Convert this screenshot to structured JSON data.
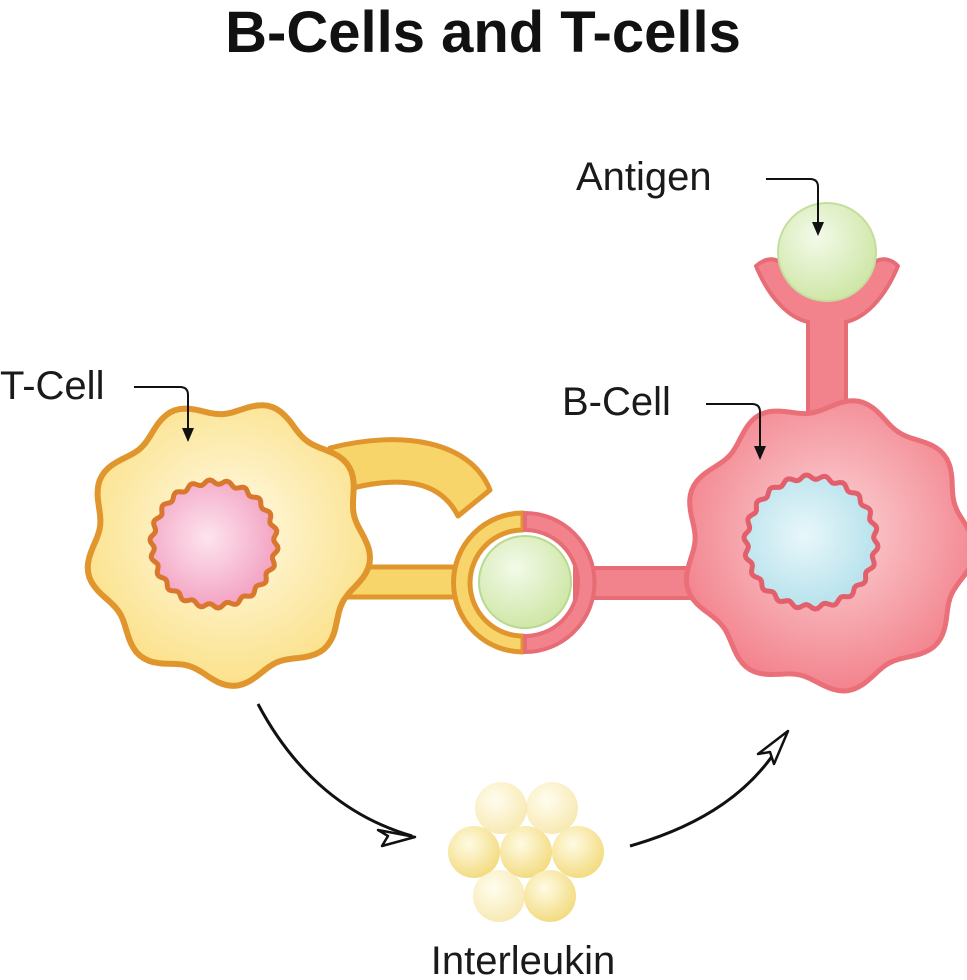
{
  "title": "B-Cells and T-cells",
  "labels": {
    "t_cell": "T-Cell",
    "b_cell": "B-Cell",
    "antigen": "Antigen",
    "interleukin": "Interleukin"
  },
  "colors": {
    "t_cell_fill": "#fbe08a",
    "t_cell_stroke": "#e0962c",
    "t_nucleus": "#f3a9c6",
    "b_cell_fill": "#f27f88",
    "b_cell_stroke": "#e76a74",
    "b_nucleus": "#bfe6ee",
    "antigen": "#d4ebb2",
    "interleukin": "#f5e08c",
    "arrow": "#111111"
  }
}
